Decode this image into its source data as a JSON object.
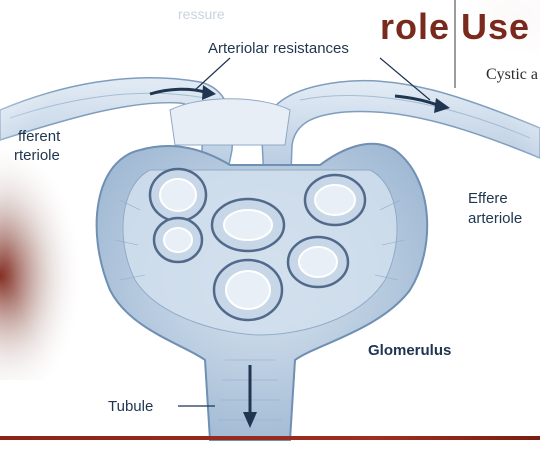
{
  "diagram": {
    "labels": {
      "top_faded": "ressure",
      "arteriolar_resistances": "Arteriolar resistances",
      "afferent_line1": "fferent",
      "afferent_line2": "rteriole",
      "efferent_line1": "Effere",
      "efferent_line2": "arteriole",
      "glomerulus": "Glomerulus",
      "tubule": "Tubule"
    },
    "corner": {
      "big_text": "role Use",
      "small_text": "Cystic a"
    },
    "colors": {
      "diagram_fill": "#b9cde2",
      "diagram_stroke": "#6f8fb3",
      "label_text": "#1f3550",
      "accent_red": "#8a2a1a",
      "footer_bar": "#8b2418"
    }
  }
}
